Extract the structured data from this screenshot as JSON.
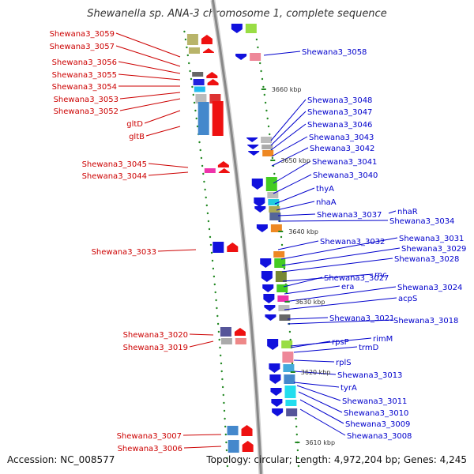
{
  "title": "Shewanella sp. ANA-3 chromosome 1, complete sequence",
  "footer": {
    "accession": "Accession: NC_008577",
    "topology": "Topology: circular; Length: 4,972,204 bp; Genes: 4,245"
  },
  "colors": {
    "left_label": "#cc0000",
    "right_label": "#0000cc",
    "forward_strand": "#ee0000",
    "reverse_strand": "#1111dd",
    "backbone": "#888888",
    "ticks": "#228822"
  },
  "scale_ticks": [
    {
      "label": "3660 kbp",
      "kbp": 3660
    },
    {
      "label": "3650 kbp",
      "kbp": 3650
    },
    {
      "label": "3640 kbp",
      "kbp": 3640
    },
    {
      "label": "3630 kbp",
      "kbp": 3630
    },
    {
      "label": "3620 kbp",
      "kbp": 3620
    },
    {
      "label": "3610 kbp",
      "kbp": 3610
    }
  ],
  "left_labels": [
    "Shewana3_3059",
    "Shewana3_3057",
    "Shewana3_3056",
    "Shewana3_3055",
    "Shewana3_3054",
    "Shewana3_3053",
    "Shewana3_3052",
    "gltD",
    "gltB",
    "Shewana3_3045",
    "Shewana3_3044",
    "Shewana3_3033",
    "Shewana3_3020",
    "Shewana3_3019",
    "Shewana3_3007",
    "Shewana3_3006"
  ],
  "right_labels": [
    "Shewana3_3058",
    "Shewana3_3048",
    "Shewana3_3047",
    "Shewana3_3046",
    "Shewana3_3043",
    "Shewana3_3042",
    "Shewana3_3041",
    "Shewana3_3040",
    "thyA",
    "nhaA",
    "Shewana3_3037",
    "nhaR",
    "Shewana3_3034",
    "Shewana3_3032",
    "Shewana3_3031",
    "Shewana3_3029",
    "Shewana3_3028",
    "rnc",
    "Shewana3_3027",
    "era",
    "Shewana3_3024",
    "acpS",
    "Shewana3_3021",
    "Shewana3_3018",
    "rimM",
    "rpsP",
    "trmD",
    "rplS",
    "Shewana3_3013",
    "tyrA",
    "Shewana3_3011",
    "Shewana3_3010",
    "Shewana3_3009",
    "Shewana3_3008"
  ]
}
